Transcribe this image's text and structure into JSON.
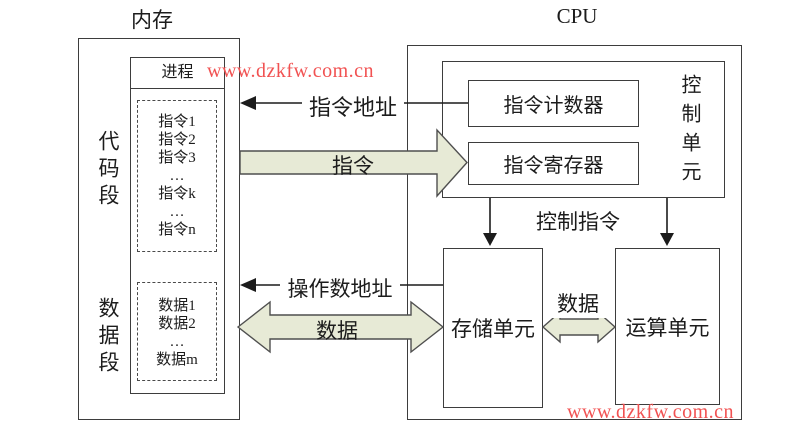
{
  "titles": {
    "memory": "内存",
    "cpu": "CPU"
  },
  "memory": {
    "process_header": "进程",
    "code_segment": "代码段",
    "data_segment": "数据段",
    "code_items": [
      "指令1",
      "指令2",
      "指令3",
      "…",
      "指令k",
      "…",
      "指令n"
    ],
    "data_items": [
      "数据1",
      "数据2",
      "…",
      "数据m"
    ]
  },
  "cpu": {
    "control_unit": "控制单元",
    "instruction_counter": "指令计数器",
    "instruction_register": "指令寄存器",
    "storage_unit": "存储单元",
    "arithmetic_unit": "运算单元"
  },
  "labels": {
    "instruction_address": "指令地址",
    "instruction": "指令",
    "operand_address": "操作数地址",
    "data_memory": "数据",
    "control_instruction": "控制指令",
    "data_internal": "数据"
  },
  "watermark": {
    "text": "www.dzkfw.com.cn",
    "color": "#f15252"
  },
  "colors": {
    "arrow_fill": "#e7ead6",
    "arrow_stroke": "#4f4f4f",
    "line": "#1c1c1c",
    "border": "#3d3d3d"
  }
}
